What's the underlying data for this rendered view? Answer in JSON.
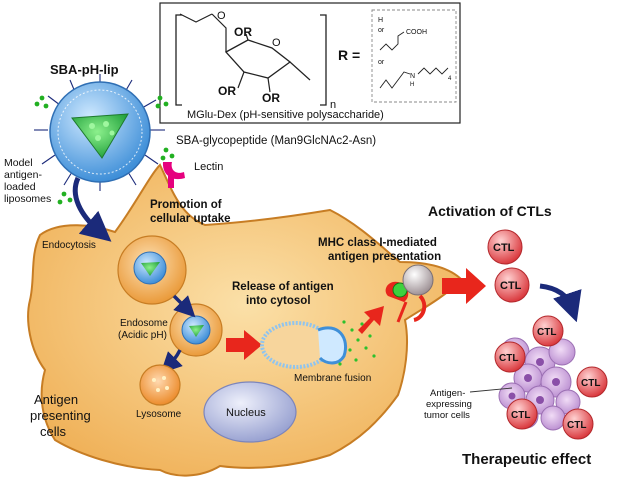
{
  "polymer_box": {
    "repeat_n": "n",
    "or_1": "OR",
    "or_2": "OR",
    "or_3": "OR",
    "o_ring": "O",
    "o_link": "O",
    "r_equals": "R =",
    "r_h": "H",
    "r_or_1": "or",
    "r_cooh": "COOH",
    "r_or_2": "or",
    "r_amide_n": "N",
    "r_amide_h": "H",
    "r_subscript": "4",
    "caption": "MGlu-Dex (pH-sensitive polysaccharide)"
  },
  "labels": {
    "sba_ph_lip": "SBA-pH-lip",
    "sba_glycopeptide": "SBA-glycopeptide (Man9GlcNAc2-Asn)",
    "lectin": "Lectin",
    "model_liposome_lines": [
      "Model",
      "antigen-",
      "loaded",
      "liposomes"
    ],
    "promotion_lines": [
      "Promotion of",
      "cellular uptake"
    ],
    "endocytosis": "Endocytosis",
    "endosome_lines": [
      "Endosome",
      "(Acidic pH)"
    ],
    "lysosome": "Lysosome",
    "nucleus": "Nucleus",
    "release_lines": [
      "Release of antigen",
      "into cytosol"
    ],
    "membrane_fusion": "Membrane fusion",
    "mhc_lines": [
      "MHC class I-mediated",
      "antigen presentation"
    ],
    "activation": "Activation of CTLs",
    "apc_lines": [
      "Antigen",
      "presenting",
      "cells"
    ],
    "tumor_lines": [
      "Antigen-",
      "expressing",
      "tumor cells"
    ],
    "therapeutic": "Therapeutic effect",
    "ctl": "CTL"
  },
  "colors": {
    "cell_fill": "#f4c27a",
    "cell_edge": "#d08a2e",
    "navy_arrow": "#1b2a7a",
    "red_arrow": "#e8261c",
    "accent_red": "#e2231a",
    "green_text": "#1ea31e",
    "magenta": "#e6007e",
    "ctl_fill": "#e7585a",
    "liposome_blue": "#5aa9e6"
  }
}
